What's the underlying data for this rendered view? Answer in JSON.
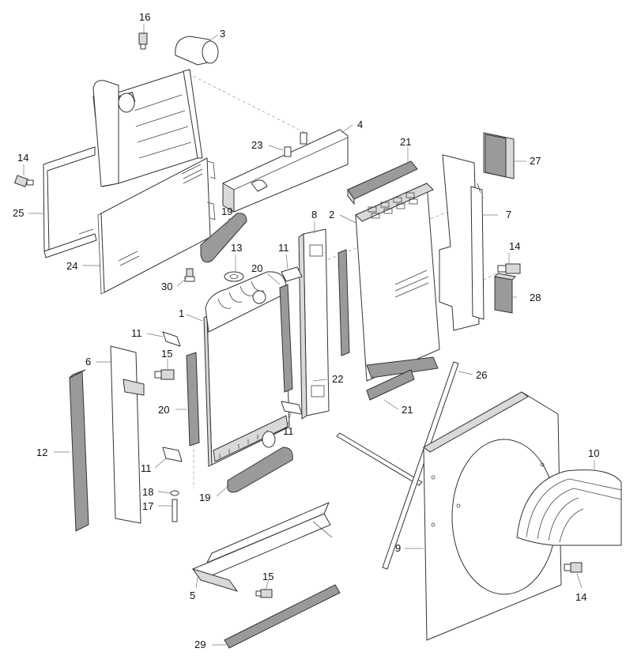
{
  "diagram": {
    "callouts": [
      {
        "id": "c16a",
        "label": "16"
      },
      {
        "id": "c3",
        "label": "3"
      },
      {
        "id": "c4",
        "label": "4"
      },
      {
        "id": "c23",
        "label": "23"
      },
      {
        "id": "c21a",
        "label": "21"
      },
      {
        "id": "c27",
        "label": "27"
      },
      {
        "id": "c14a",
        "label": "14"
      },
      {
        "id": "c25",
        "label": "25"
      },
      {
        "id": "c19a",
        "label": "19"
      },
      {
        "id": "c8",
        "label": "8"
      },
      {
        "id": "c2",
        "label": "2"
      },
      {
        "id": "c7",
        "label": "7"
      },
      {
        "id": "c24",
        "label": "24"
      },
      {
        "id": "c13",
        "label": "13"
      },
      {
        "id": "c11a",
        "label": "11"
      },
      {
        "id": "c14b",
        "label": "14"
      },
      {
        "id": "c30",
        "label": "30"
      },
      {
        "id": "c20a",
        "label": "20"
      },
      {
        "id": "c28",
        "label": "28"
      },
      {
        "id": "c1",
        "label": "1"
      },
      {
        "id": "c11b",
        "label": "11"
      },
      {
        "id": "c15a",
        "label": "15"
      },
      {
        "id": "c6",
        "label": "6"
      },
      {
        "id": "c26",
        "label": "26"
      },
      {
        "id": "c22",
        "label": "22"
      },
      {
        "id": "c20b",
        "label": "20"
      },
      {
        "id": "c21b",
        "label": "21"
      },
      {
        "id": "c11c",
        "label": "11"
      },
      {
        "id": "c12",
        "label": "12"
      },
      {
        "id": "c11d",
        "label": "11"
      },
      {
        "id": "c10",
        "label": "10"
      },
      {
        "id": "c18",
        "label": "18"
      },
      {
        "id": "c17",
        "label": "17"
      },
      {
        "id": "c19b",
        "label": "19"
      },
      {
        "id": "c9",
        "label": "9"
      },
      {
        "id": "c5",
        "label": "5"
      },
      {
        "id": "c15b",
        "label": "15"
      },
      {
        "id": "c14c",
        "label": "14"
      },
      {
        "id": "c29",
        "label": "29"
      }
    ]
  },
  "colors": {
    "line": "#333333",
    "leader": "#777777",
    "fill_light": "#d9d9d9",
    "fill_dark": "#9a9a9a",
    "background": "#ffffff"
  }
}
